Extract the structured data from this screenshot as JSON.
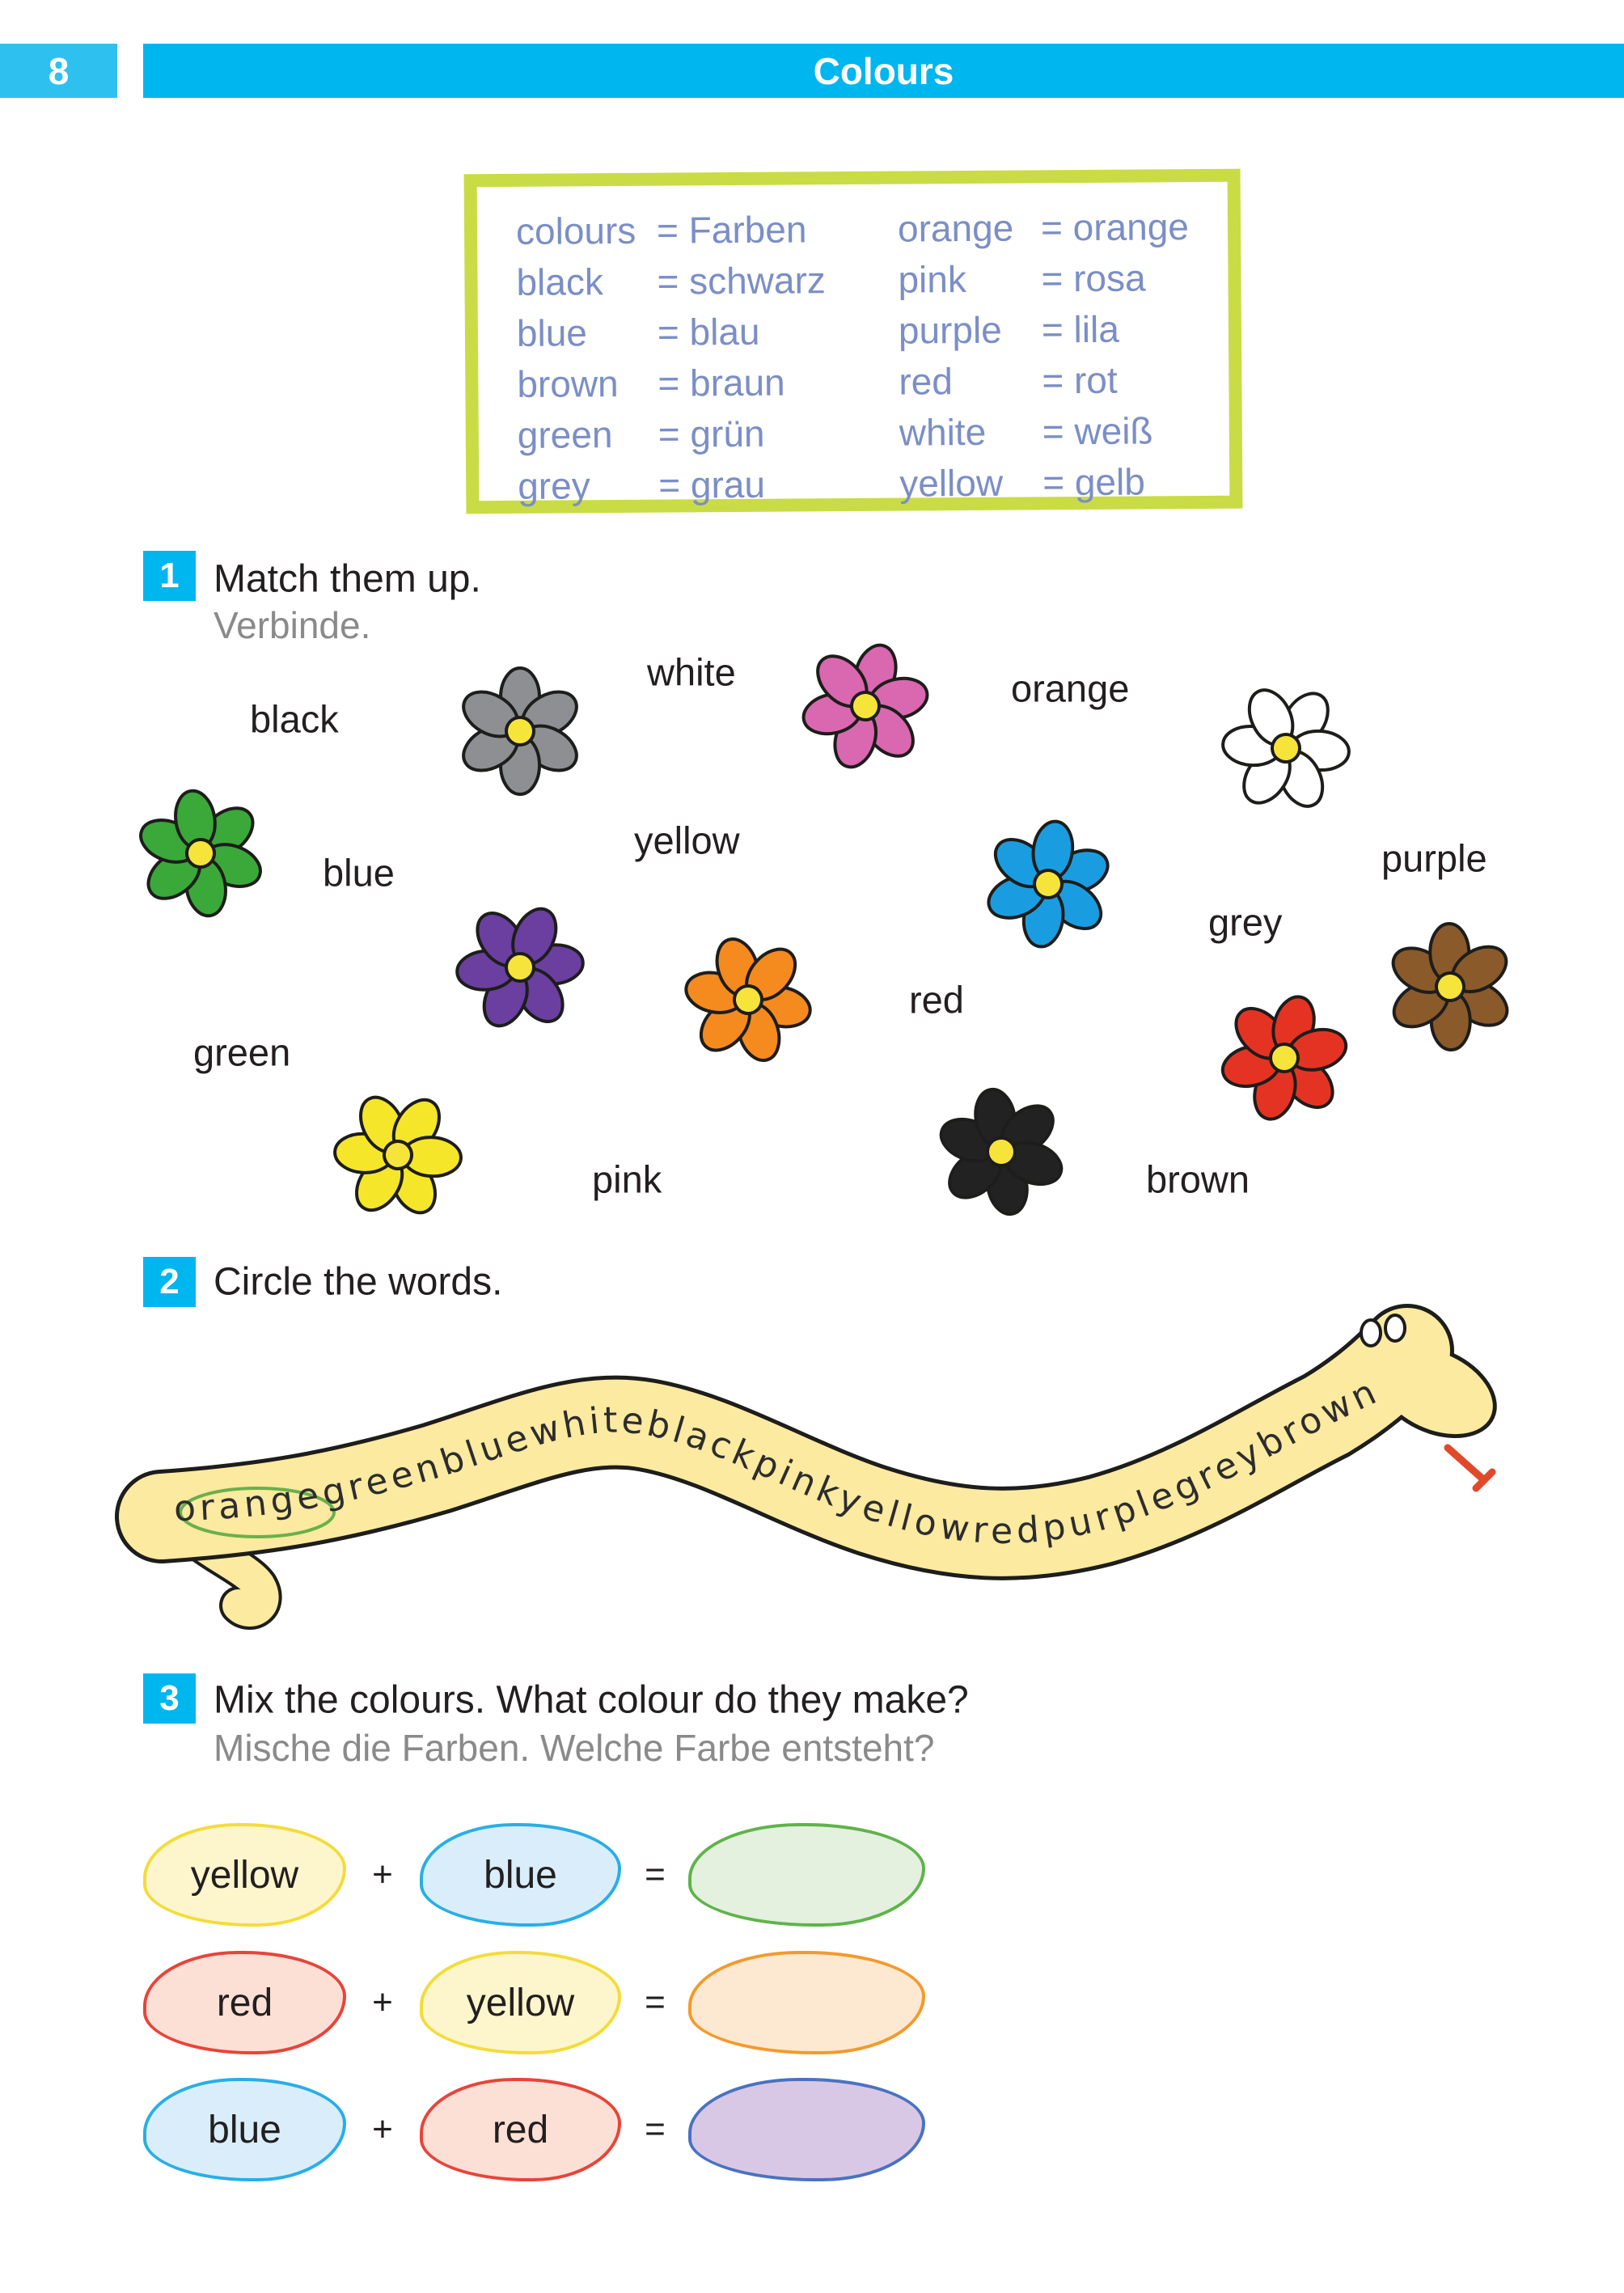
{
  "header": {
    "page_number": "8",
    "title": "Colours"
  },
  "vocabulary": {
    "left": [
      {
        "en": "colours",
        "de": "= Farben"
      },
      {
        "en": "black",
        "de": "= schwarz"
      },
      {
        "en": "blue",
        "de": "= blau"
      },
      {
        "en": "brown",
        "de": "= braun"
      },
      {
        "en": "green",
        "de": "= grün"
      },
      {
        "en": "grey",
        "de": "= grau"
      }
    ],
    "right": [
      {
        "en": "orange",
        "de": "= orange"
      },
      {
        "en": "pink",
        "de": "= rosa"
      },
      {
        "en": "purple",
        "de": "= lila"
      },
      {
        "en": "red",
        "de": "= rot"
      },
      {
        "en": "white",
        "de": "= weiß"
      },
      {
        "en": "yellow",
        "de": "= gelb"
      }
    ]
  },
  "exercise1": {
    "number": "1",
    "title": "Match them up.",
    "subtitle": "Verbinde.",
    "words": [
      "black",
      "white",
      "orange",
      "yellow",
      "blue",
      "purple",
      "grey",
      "red",
      "green",
      "pink",
      "brown"
    ],
    "flowers": [
      {
        "name": "grey",
        "color": "#8e8f93"
      },
      {
        "name": "pink",
        "color": "#d968b0"
      },
      {
        "name": "white",
        "color": "#ffffff"
      },
      {
        "name": "green",
        "color": "#3aa93a"
      },
      {
        "name": "blue",
        "color": "#1a9de0"
      },
      {
        "name": "purple",
        "color": "#6a3fa0"
      },
      {
        "name": "orange",
        "color": "#f58a1f"
      },
      {
        "name": "brown",
        "color": "#8a5a2b"
      },
      {
        "name": "red",
        "color": "#e53323"
      },
      {
        "name": "yellow",
        "color": "#f5e629"
      },
      {
        "name": "black",
        "color": "#222222"
      }
    ]
  },
  "exercise2": {
    "number": "2",
    "title": "Circle the words.",
    "snake_text": "orangegreenbluewhiteblackpinkyellowredpurplegreybrown",
    "circled_word": "orange"
  },
  "exercise3": {
    "number": "3",
    "title": "Mix the colours. What colour do they make?",
    "subtitle": "Mische die Farben. Welche Farbe entsteht?",
    "plus": "+",
    "equals": "=",
    "rows": [
      {
        "a": "yellow",
        "b": "blue",
        "result_color": "green"
      },
      {
        "a": "red",
        "b": "yellow",
        "result_color": "orange"
      },
      {
        "a": "blue",
        "b": "red",
        "result_color": "purple"
      }
    ],
    "palette": {
      "yellow": {
        "fill": "#fdf6cc",
        "stroke": "#f3dc3a"
      },
      "blue": {
        "fill": "#d9eefa",
        "stroke": "#29aee6"
      },
      "red": {
        "fill": "#fde0d5",
        "stroke": "#e8443a"
      },
      "green": {
        "fill": "#e3f1de",
        "stroke": "#5fb34a"
      },
      "orange": {
        "fill": "#fde9d2",
        "stroke": "#f39a2c"
      },
      "purple": {
        "fill": "#d9c8e5",
        "stroke": "#4a72c0"
      }
    }
  }
}
